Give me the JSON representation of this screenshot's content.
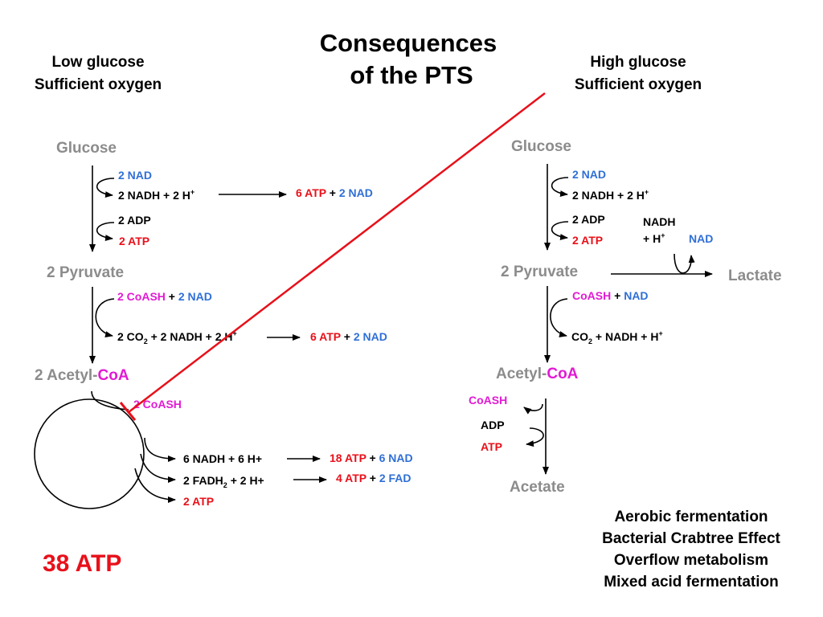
{
  "title": {
    "line1": "Consequences",
    "line2": "of the PTS"
  },
  "left": {
    "condition": {
      "line1": "Low glucose",
      "line2": "Sufficient oxygen"
    },
    "glucose": "Glucose",
    "nad_in": "2 NAD",
    "nadh_out": "2 NADH + 2 H",
    "plus_sup": "+",
    "nadh_yield": {
      "atp": "6 ATP",
      "plus": " + ",
      "nad": "2 NAD"
    },
    "adp_in": "2 ADP",
    "atp_out": "2 ATP",
    "pyruvate": "2 Pyruvate",
    "coash_in": "2 CoASH",
    "plus": " + ",
    "nad2_in": "2 NAD",
    "co2_out_a": "2 CO",
    "co2_sub": "2",
    "co2_out_b": " + 2 NADH + 2 H",
    "co2_yield": {
      "atp": "6 ATP",
      "plus": " + ",
      "nad": "2 NAD"
    },
    "acetyl_prefix": "2 Acetyl-",
    "acetyl_coa": "CoA",
    "coash_out": "2 CoASH",
    "tca": {
      "nadh": "6 NADH + 6 H+",
      "nadh_yield": {
        "atp": "18 ATP",
        "plus": " + ",
        "nad": "6 NAD"
      },
      "fadh_a": "2 FADH",
      "fadh_sub": "2",
      "fadh_b": " + 2 H+",
      "fadh_yield": {
        "atp": "4 ATP",
        "plus": " + ",
        "fad": "2 FAD"
      },
      "atp": "2 ATP"
    },
    "total": "38 ATP"
  },
  "right": {
    "condition": {
      "line1": "High glucose",
      "line2": "Sufficient oxygen"
    },
    "glucose": "Glucose",
    "nad_in": "2 NAD",
    "nadh_out": "2 NADH + 2 H",
    "plus_sup": "+",
    "adp_in": "2 ADP",
    "atp_out": "2 ATP",
    "pyruvate": "2 Pyruvate",
    "lactate": "Lactate",
    "nadh_line1": "NADH",
    "nadh_line2": "+ H",
    "nad_lact": "NAD",
    "coash_in": "CoASH",
    "plus": " + ",
    "nad2_in": "NAD",
    "co2_a": "CO",
    "co2_sub": "2",
    "co2_b": " + NADH + H",
    "acetyl_prefix": "Acetyl-",
    "acetyl_coa": "CoA",
    "coash_out": "CoASH",
    "adp": "ADP",
    "atp": "ATP",
    "acetate": "Acetate",
    "terms": [
      "Aerobic fermentation",
      "Bacterial Crabtree Effect",
      "Overflow metabolism",
      "Mixed acid fermentation"
    ]
  }
}
